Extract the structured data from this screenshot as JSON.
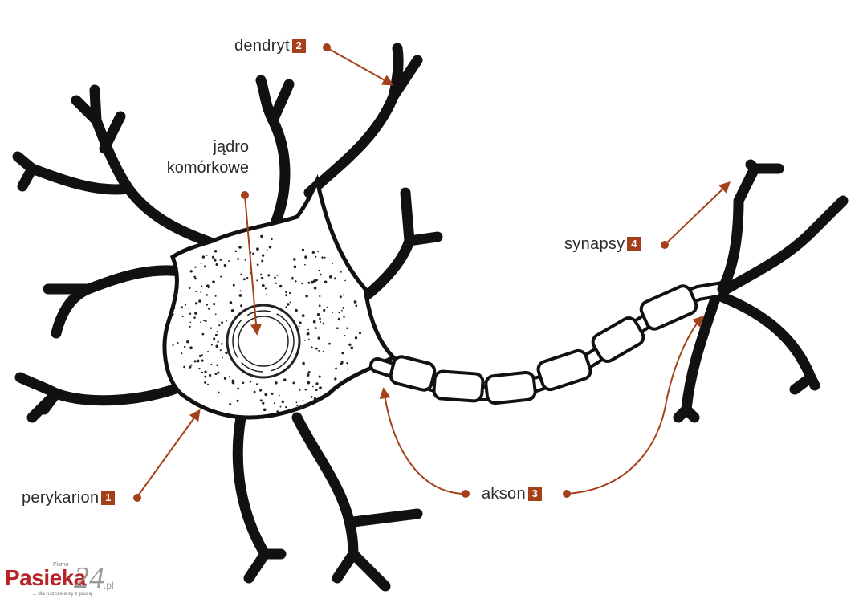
{
  "labels": {
    "dendryt": {
      "text": "dendryt",
      "num": "2"
    },
    "nucleus": {
      "line1": "jądro",
      "line2": "komórkowe"
    },
    "synapsy": {
      "text": "synapsy",
      "num": "4"
    },
    "perykarion": {
      "text": "perykarion",
      "num": "1"
    },
    "akson": {
      "text": "akson",
      "num": "3"
    }
  },
  "logo": {
    "top": "Pismo",
    "name": "Pasieka",
    "number": "24",
    "domain": ".pl",
    "tagline": "... dla pszczelarzy z pasją"
  },
  "colors": {
    "accent": "#a4401a",
    "outline": "#111111",
    "text": "#2b2b2b",
    "logo_red": "#b6242a"
  }
}
